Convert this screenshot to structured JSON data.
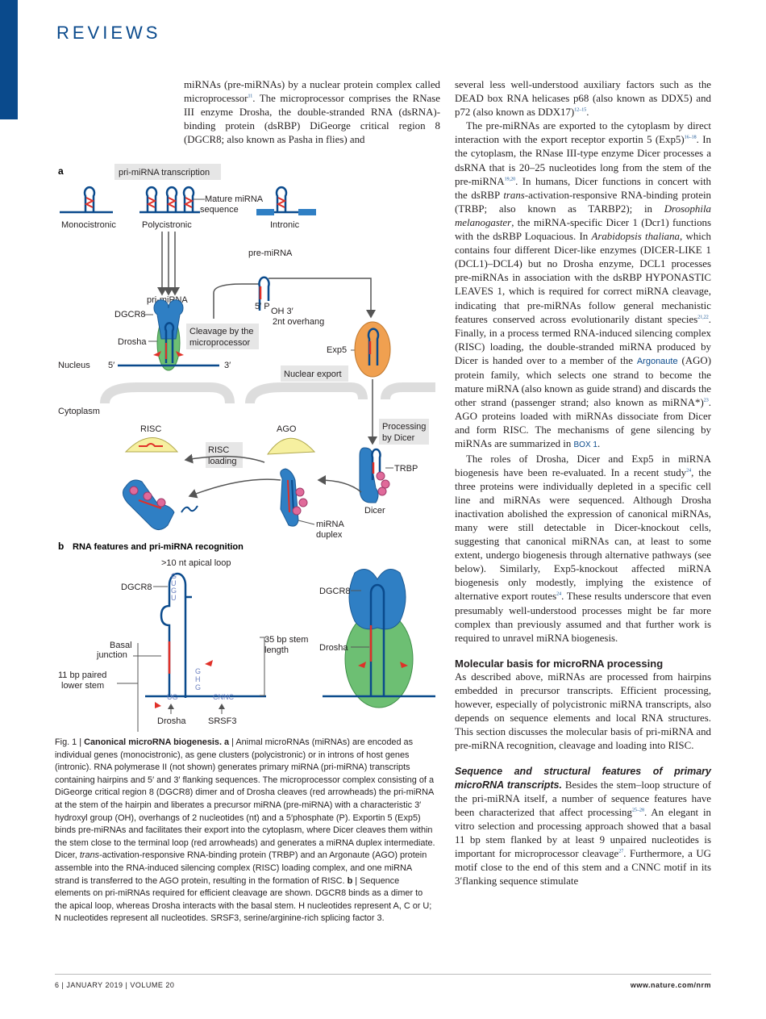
{
  "header": {
    "section": "REVIEWS"
  },
  "left_intro": [
    "miRNAs (pre-miRNAs) by a nuclear protein complex called microprocessor",
    "11",
    ". The microprocessor comprises the RNase III enzyme Drosha, the double-stranded RNA (dsRNA)-binding protein (dsRBP) DiGeorge critical region 8 (DGCR8; also known as Pasha in flies) and"
  ],
  "right_col": {
    "p1": "several less well-understood auxiliary factors such as the DEAD box RNA helicases p68 (also known as DDX5) and p72 (also known as DDX17)",
    "p1_ref": "12–15",
    "p2a": "The pre-miRNAs are exported to the cytoplasm by direct interaction with the export receptor exportin 5 (Exp5)",
    "p2_ref1": "16–18",
    "p2b": ". In the cytoplasm, the RNase III-type enzyme Dicer processes a dsRNA that is 20–25 nucleotides long from the stem of the pre-miRNA",
    "p2_ref2": "19,20",
    "p2c": ". In humans, Dicer functions in concert with the dsRBP ",
    "p2_trans": "trans",
    "p2d": "-activation-responsive RNA-binding protein (TRBP; also known as TARBP2); in ",
    "p2_dros": "Drosophila melanogaster",
    "p2e": ", the miRNA-specific Dicer 1 (Dcr1) functions with the dsRBP Loquacious. In ",
    "p2_arab": "Arabidopsis thaliana",
    "p2f": ", which contains four different Dicer-like enzymes (DICER-LIKE 1 (DCL1)–DCL4) but no Drosha enzyme, DCL1 processes pre-miRNAs in association with the dsRBP HYPONASTIC LEAVES 1, which is required for correct miRNA cleavage, indicating that pre-miRNAs follow general mechanistic features conserved across evolutionarily distant species",
    "p2_ref3": "21,22",
    "p2g": ". Finally, in a process termed RNA-induced silencing complex (RISC) loading, the double-stranded miRNA produced by Dicer is handed over to a member of the ",
    "p2_ago": "Argonaute",
    "p2h": " (AGO) protein family, which selects one strand to become the mature miRNA (also known as guide strand) and discards the other strand (passenger strand; also known as miRNA*)",
    "p2_ref4": "23",
    "p2i": ". AGO proteins loaded with miRNAs dissociate from Dicer and form RISC. The mechanisms of gene silencing by miRNAs are summarized in ",
    "p2_box": "BOX 1",
    "p3a": "The roles of Drosha, Dicer and Exp5 in miRNA biogenesis have been re-evaluated. In a recent study",
    "p3_ref1": "24",
    "p3b": ", the three proteins were individually depleted in a specific cell line and miRNAs were sequenced. Although Drosha inactivation abolished the expression of canonical miRNAs, many were still detectable in Dicer-knockout cells, suggesting that canonical miRNAs can, at least to some extent, undergo biogenesis through alternative pathways (see below). Similarly, Exp5-knockout affected miRNA biogenesis only modestly, implying the existence of alternative export routes",
    "p3_ref2": "24",
    "p3c": ". These results underscore that even presumably well-understood processes might be far more complex than previously assumed and that further work is required to unravel miRNA biogenesis.",
    "h_molecular": "Molecular basis for microRNA processing",
    "p4": "As described above, miRNAs are processed from hairpins embedded in precursor transcripts. Efficient processing, however, especially of polycistronic miRNA transcripts, also depends on sequence elements and local RNA structures. This section discusses the molecular basis of pri-miRNA and pre-miRNA recognition, cleavage and loading into RISC.",
    "h_seq": "Sequence and structural features of primary microRNA transcripts.",
    "p5a": " Besides the stem–loop structure of the pri-miRNA itself, a number of sequence features have been characterized that affect processing",
    "p5_ref1": "25–28",
    "p5b": ". An elegant in vitro selection and processing approach showed that a basal 11 bp stem flanked by at least 9 unpaired nucleotides is important for microprocessor cleavage",
    "p5_ref2": "27",
    "p5c": ". Furthermore, a UG motif close to the end of this stem and a CNNC motif in its 3′flanking sequence stimulate"
  },
  "figure": {
    "a": "a",
    "b": "b",
    "b_title": "RNA features and pri-miRNA recognition",
    "pri_tx": "pri-miRNA transcription",
    "mature": "Mature miRNA",
    "sequence": "sequence",
    "mono": "Monocistronic",
    "poly": "Polycistronic",
    "intronic": "Intronic",
    "pre_mirna": "pre-miRNA",
    "pri_mirna": "pri-miRNA",
    "dgcr8": "DGCR8",
    "drosha": "Drosha",
    "cleavage1": "Cleavage by the",
    "cleavage2": "microprocessor",
    "five_p": "5′ P",
    "oh3": "OH 3′",
    "overhang": "2nt overhang",
    "exp5": "Exp5",
    "nucleus": "Nucleus",
    "five": "5′",
    "three": "3′",
    "nuc_export": "Nuclear export",
    "cytoplasm": "Cytoplasm",
    "risc": "RISC",
    "ago": "AGO",
    "proc1": "Processing",
    "proc2": "by Dicer",
    "risc_load1": "RISC",
    "risc_load2": "loading",
    "trbp": "TRBP",
    "dicer": "Dicer",
    "mirna": "miRNA",
    "duplex": "duplex",
    "apical": ">10 nt apical loop",
    "g1": "G",
    "u1": "U",
    "g2": "G",
    "u2": "U",
    "basal1": "Basal",
    "basal2": "junction",
    "paired1": "11 bp paired",
    "paired2": "lower stem",
    "stem1": "35 bp stem",
    "stem2": "length",
    "ug": "UG",
    "cnnc": "CNNC",
    "ghg_g": "G",
    "ghg_h": "H",
    "ghg_g2": "G",
    "drosha_b": "Drosha",
    "srsf3": "SRSF3"
  },
  "caption": {
    "fig": "Fig. 1 | ",
    "title": "Canonical microRNA biogenesis.",
    "a": " a",
    "t1": " | Animal microRNAs (miRNAs) are encoded as individual genes (monocistronic), as gene clusters (polycistronic) or in introns of host genes (intronic). RNA polymerase II (not shown) generates primary miRNA (pri-miRNA) transcripts containing hairpins and 5′ and 3′ flanking sequences. The microprocessor complex consisting of a DiGeorge critical region 8 (DGCR8) dimer and of Drosha cleaves (red arrowheads) the pri-miRNA at the stem of the hairpin and liberates a precursor miRNA (pre-miRNA) with a characteristic 3′ hydroxyl group (OH), overhangs of 2 nucleotides (nt) and a 5′phosphate (P). Exportin 5 (Exp5) binds pre-miRNAs and facilitates their export into the cytoplasm, where Dicer cleaves them within the stem close to the terminal loop (red arrowheads) and generates a miRNA duplex intermediate. Dicer, ",
    "trans": "trans",
    "t2": "-activation-responsive RNA-binding protein (TRBP) and an Argonaute (AGO) protein assemble into the RNA-induced silencing complex (RISC) loading complex, and one miRNA strand is transferred to the AGO protein, resulting in the formation of RISC. ",
    "b": "b",
    "t3": " | Sequence elements on pri-miRNAs required for efficient cleavage are shown. DGCR8 binds as a dimer to the apical loop, whereas Drosha interacts with the basal stem. H nucleotides represent A, C or U; N nucleotides represent all nucleotides. SRSF3, serine/arginine-rich splicing factor 3."
  },
  "footer": {
    "left": "6 | JANUARY 2019 | VOLUME 20",
    "right": "www.nature.com/nrm"
  },
  "colors": {
    "brand": "#0a4a8c",
    "rna_red": "#e03028",
    "blue_protein": "#2f7fc4",
    "green_protein": "#6dbf73",
    "orange_exp5": "#f0a050",
    "yellow_ago": "#f6f0a0"
  }
}
